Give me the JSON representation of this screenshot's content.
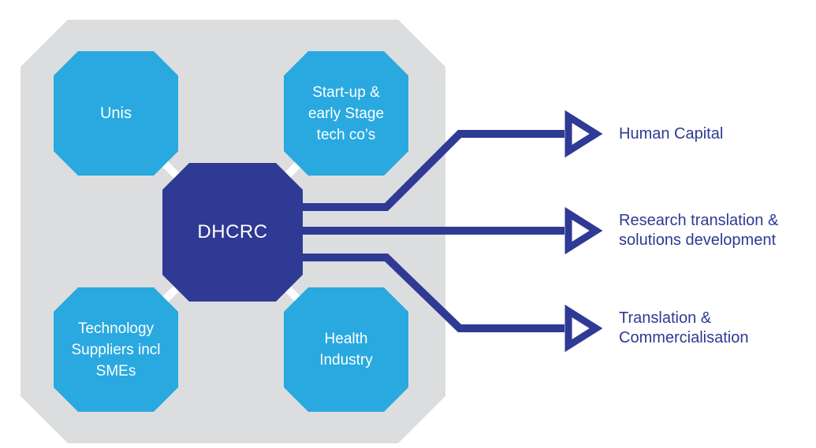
{
  "colors": {
    "light_blue": "#29A9E0",
    "dark_blue": "#2E3A94",
    "gray": "#DCDDDE",
    "white": "#FFFFFF"
  },
  "center": {
    "id": "dhcrc",
    "label": "DHCRC"
  },
  "partners": [
    {
      "id": "unis",
      "lines": [
        "Unis"
      ]
    },
    {
      "id": "startup-early-stage-tech-cos",
      "lines": [
        "Start-up &",
        "early Stage",
        "tech co’s"
      ]
    },
    {
      "id": "technology-suppliers-incl-smes",
      "lines": [
        "Technology",
        "Suppliers incl",
        "SMEs"
      ]
    },
    {
      "id": "health-industry",
      "lines": [
        "Health",
        "Industry"
      ]
    }
  ],
  "outputs": [
    {
      "id": "human-capital",
      "lines": [
        "Human Capital"
      ]
    },
    {
      "id": "research-translation-solutions-development",
      "lines": [
        "Research translation &",
        "solutions development"
      ]
    },
    {
      "id": "translation-commercialisation",
      "lines": [
        "Translation &",
        "Commercialisation"
      ]
    }
  ]
}
